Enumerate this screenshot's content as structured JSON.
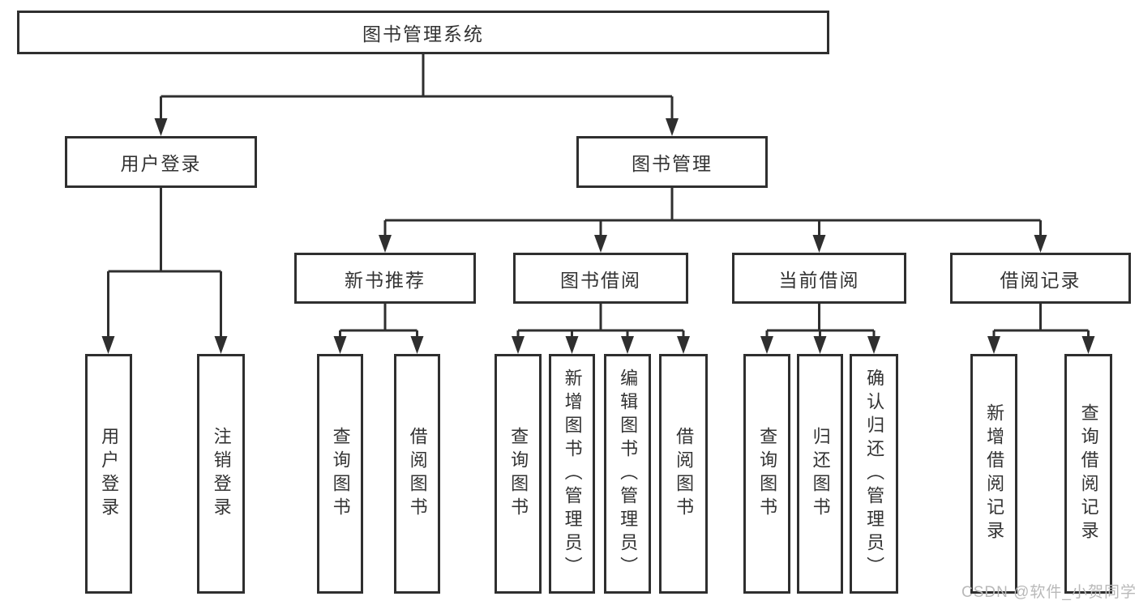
{
  "tree": {
    "root": "图书管理系统",
    "branches": [
      {
        "label": "用户登录",
        "leaves": [
          "用户登录",
          "注销登录"
        ]
      },
      {
        "label": "图书管理",
        "children": [
          {
            "label": "新书推荐",
            "leaves": [
              "查询图书",
              "借阅图书"
            ]
          },
          {
            "label": "图书借阅",
            "leaves": [
              "查询图书",
              "新增图书（管理员）",
              "编辑图书（管理员）",
              "借阅图书"
            ]
          },
          {
            "label": "当前借阅",
            "leaves": [
              "查询图书",
              "归还图书",
              "确认归还（管理员）"
            ]
          },
          {
            "label": "借阅记录",
            "leaves": [
              "新增借阅记录",
              "查询借阅记录"
            ]
          }
        ]
      }
    ]
  },
  "watermark": {
    "text": "CSDN @软件_小贺同学"
  },
  "colors": {
    "line": "#2f2f2f",
    "box_border": "#2f2f2f",
    "box_fill": "#ffffff",
    "text": "#333333",
    "watermark": "#b9b9b9",
    "background": "#ffffff"
  }
}
